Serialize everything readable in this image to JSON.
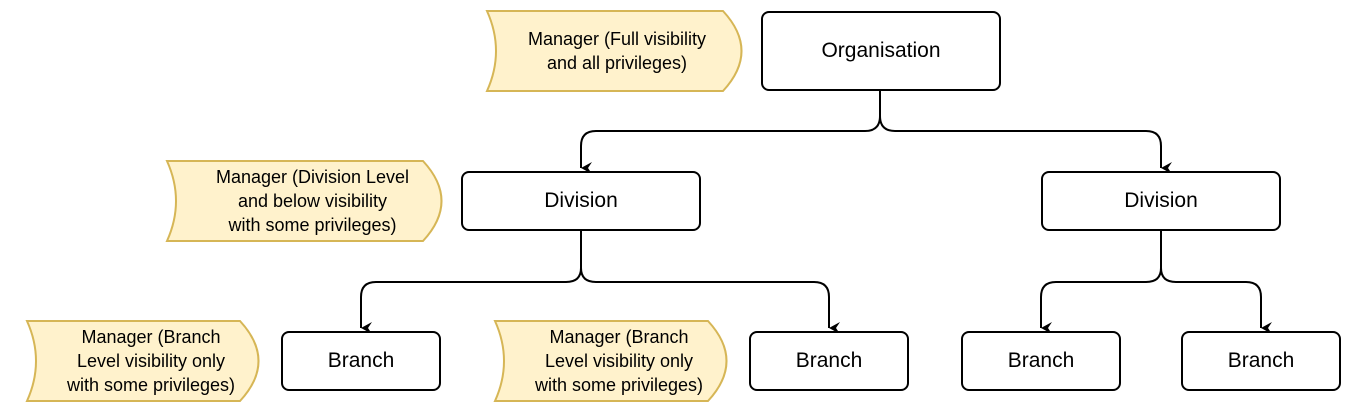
{
  "colors": {
    "tag_fill": "#fff2cc",
    "tag_stroke": "#d6b656",
    "node_stroke": "#000000",
    "edge_stroke": "#000000"
  },
  "nodes": {
    "organisation": "Organisation",
    "division_left": "Division",
    "division_right": "Division",
    "branch_1": "Branch",
    "branch_2": "Branch",
    "branch_3": "Branch",
    "branch_4": "Branch"
  },
  "tags": {
    "org_manager": "Manager (Full visibility\nand all privileges)",
    "division_manager": "Manager (Division Level\nand below visibility\nwith some privileges)",
    "branch_manager_1": "Manager (Branch\nLevel visibility only\nwith some privileges)",
    "branch_manager_2": "Manager (Branch\nLevel visibility only\nwith some privileges)"
  },
  "edges": [
    {
      "from": "Organisation",
      "to": "Division (left)"
    },
    {
      "from": "Organisation",
      "to": "Division (right)"
    },
    {
      "from": "Division (left)",
      "to": "Branch 1"
    },
    {
      "from": "Division (left)",
      "to": "Branch 2"
    },
    {
      "from": "Division (right)",
      "to": "Branch 3"
    },
    {
      "from": "Division (right)",
      "to": "Branch 4"
    }
  ]
}
